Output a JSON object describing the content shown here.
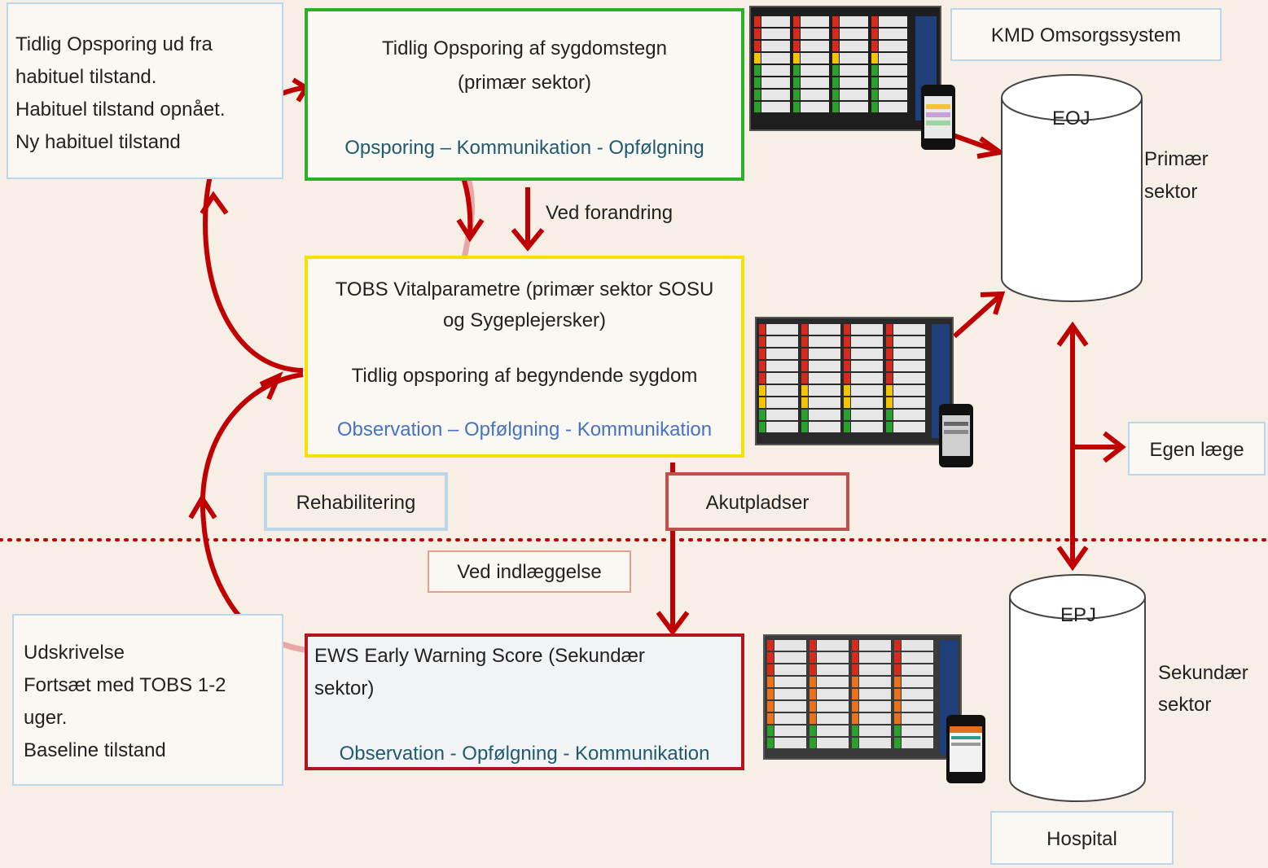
{
  "top_left_note": [
    "Tidlig Opsporing ud fra",
    "habituel tilstand.",
    "Habituel  tilstand opnået.",
    "Ny habituel  tilstand"
  ],
  "green_box": {
    "title_line1": "Tidlig Opsporing af sygdomstegn",
    "title_line2": "(primær sektor)",
    "footer": "Opsporing – Kommunikation - Opfølgning"
  },
  "ved_forandring": "Ved forandring",
  "yellow_box": {
    "line1": "TOBS  Vitalparametre (primær sektor SOSU",
    "line2": "og Sygeplejersker)",
    "line3": "Tidlig opsporing af begyndende sygdom",
    "footer": "Observation – Opfølgning - Kommunikation"
  },
  "rehabilitering": "Rehabilitering",
  "akutpladser": "Akutpladser",
  "ved_indlaeggelse": "Ved indlæggelse",
  "bottom_left_note": [
    "Udskrivelse",
    "Fortsæt med TOBS 1-2",
    "uger.",
    "Baseline tilstand"
  ],
  "red_box": {
    "line1": "EWS  Early Warning Score (Sekundær",
    "line2": "sektor)",
    "footer": "Observation - Opfølgning - Kommunikation"
  },
  "kmd": "KMD Omsorgssystem",
  "eoj": "EOJ",
  "primaer_1": "Primær",
  "primaer_2": "sektor",
  "egen_laege": "Egen læge",
  "epj": "EPJ",
  "sekundaer_1": "Sekundær",
  "sekundaer_2": "sektor",
  "hospital": "Hospital",
  "colors": {
    "arrow": "#c00000",
    "arrow_light": "#e8a0a0",
    "green": "#2bb02b",
    "yellow": "#f5e000",
    "dark_red": "#b0141c",
    "teal_text": "#1f5a6e",
    "blue_text": "#4472c4"
  }
}
